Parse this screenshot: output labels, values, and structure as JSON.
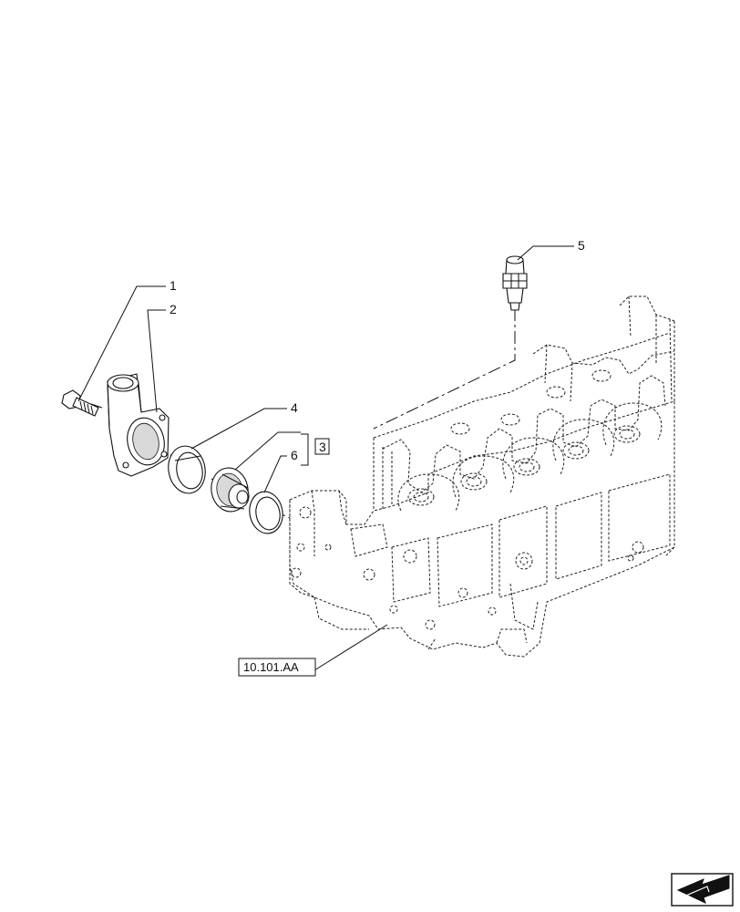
{
  "callouts": [
    {
      "id": "1",
      "label": "1"
    },
    {
      "id": "2",
      "label": "2"
    },
    {
      "id": "3",
      "label": "3",
      "boxed": true
    },
    {
      "id": "4",
      "label": "4"
    },
    {
      "id": "5",
      "label": "5"
    },
    {
      "id": "6",
      "label": "6"
    }
  ],
  "reference": {
    "label": "10.101.AA"
  },
  "nav_icon": "arrow-next-page-icon"
}
